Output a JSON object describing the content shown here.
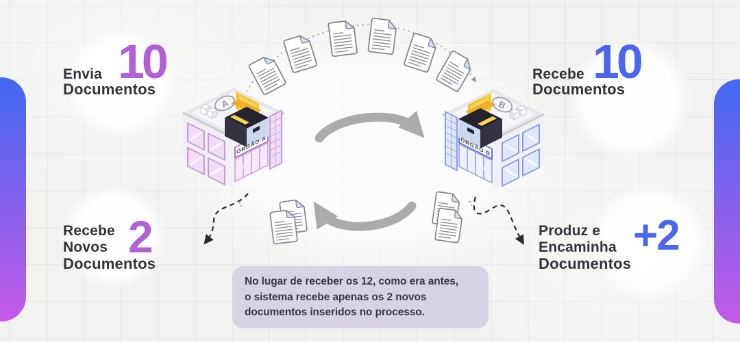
{
  "badges": {
    "top_left": {
      "line1": "Envia",
      "number": "10",
      "subtitle": "Documentos"
    },
    "top_right": {
      "line1": "Recebe",
      "number": "10",
      "subtitle": "Documentos"
    },
    "bottom_left": {
      "line1": "Recebe",
      "line2": "Novos",
      "number": "2",
      "subtitle": "Documentos"
    },
    "bottom_right": {
      "line1": "Produz e",
      "line2": "Encaminha",
      "number": "+2",
      "subtitle": "Documentos"
    }
  },
  "buildings": {
    "left": {
      "letter": "A",
      "sign": "ÓRGÃO A"
    },
    "right": {
      "letter": "B",
      "sign": "ÓRGÃO B"
    }
  },
  "caption": {
    "line1": "No lugar de receber os 12, como era antes,",
    "line2": "o sistema recebe apenas os 2 novos",
    "line3": "documentos inseridos no processo."
  },
  "colors": {
    "text_dark": "#333238",
    "purple": "#b260d8",
    "blue": "#4a67ee",
    "arrow_gray": "#ababab",
    "bubble_bg": "#d8d3e2",
    "bubble_text": "#3b3642",
    "pill_top": "#4168f1",
    "pill_bottom": "#c45ae8",
    "folder_yellow": "#f9c532"
  }
}
